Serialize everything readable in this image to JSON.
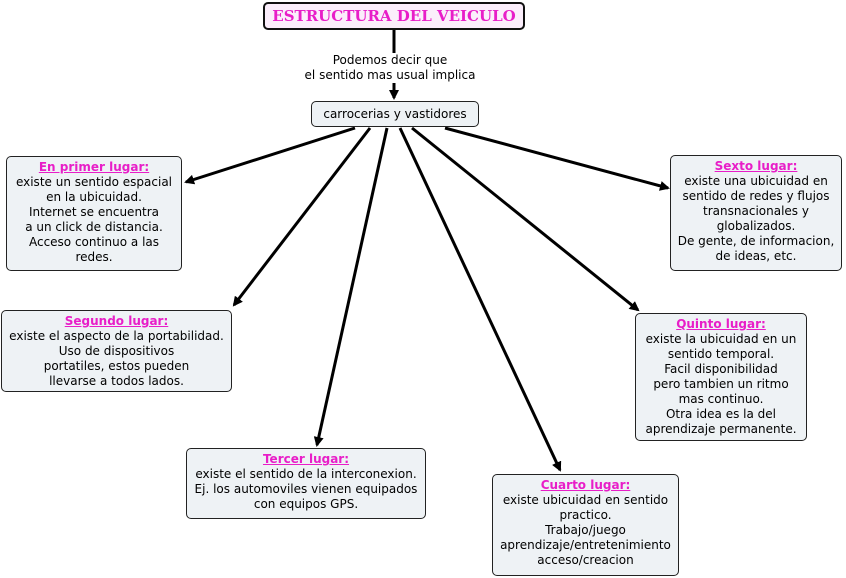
{
  "title": "ESTRUCTURA DEL VEICULO",
  "link_label": [
    "Podemos decir que",
    "el sentido mas usual implica"
  ],
  "central": "carrocerias y vastidores",
  "nodes": [
    {
      "id": "primer",
      "heading": "En primer lugar:",
      "lines": [
        "existe un sentido espacial",
        "en la ubicuidad.",
        "Internet se encuentra",
        "a un click de distancia.",
        "Acceso continuo a las",
        "redes."
      ]
    },
    {
      "id": "segundo",
      "heading": "Segundo lugar: ",
      "lines": [
        "existe el aspecto de la portabilidad.",
        "Uso de dispositivos",
        "portatiles, estos pueden",
        "llevarse a todos lados."
      ]
    },
    {
      "id": "tercer",
      "heading": "Tercer lugar:",
      "lines": [
        "existe el sentido de la interconexion.",
        "Ej. los automoviles vienen equipados",
        "con equipos GPS."
      ]
    },
    {
      "id": "cuarto",
      "heading": "Cuarto lugar:",
      "lines": [
        "existe ubicuidad en sentido",
        "practico.",
        "Trabajo/juego",
        "aprendizaje/entretenimiento",
        "acceso/creacion"
      ]
    },
    {
      "id": "quinto",
      "heading": "Quinto lugar:",
      "lines": [
        "existe la ubicuidad en un",
        "sentido temporal.",
        "Facil disponibilidad",
        "pero tambien un ritmo",
        "mas continuo.",
        "Otra idea es la del",
        "aprendizaje permanente."
      ]
    },
    {
      "id": "sexto",
      "heading": "Sexto lugar:",
      "lines": [
        "existe una ubicuidad en",
        "sentido de redes y flujos",
        "transnacionales y",
        "globalizados.",
        "De gente, de informacion,",
        "de ideas, etc."
      ]
    }
  ]
}
